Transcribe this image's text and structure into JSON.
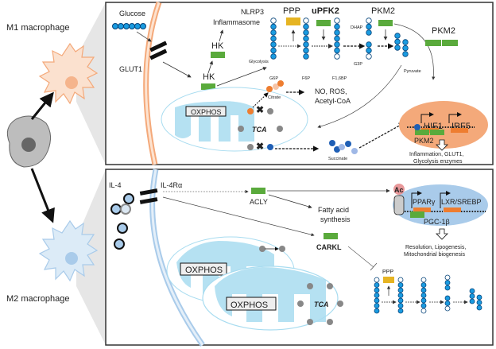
{
  "m1": {
    "cell_label": "M1 macrophage",
    "glucose": "Glucose",
    "glut1": "GLUT1",
    "nlrp3": "NLRP3",
    "inflammasome": "Inflammasome",
    "hk_upper": "HK",
    "hk_lower": "HK",
    "glycolysis": "Glycolysis",
    "ppp": "PPP",
    "upfk2": "uPFK2",
    "pkm2_top": "PKM2",
    "pkm2_dimer": "PKM2",
    "metabolites": {
      "g6p": "G6P",
      "f6p": "F6P",
      "f16bp": "F1,6BP",
      "dhap": "DHAP",
      "g3p": "G3P",
      "pyruvate": "Pyruvate"
    },
    "oxphos": "OXPHOS",
    "tca": "TCA",
    "citrate": "Citrate",
    "citrate_products_1": "NO, ROS,",
    "citrate_products_2": "Acetyl-CoA",
    "succinate": "Succinate",
    "nucleus": {
      "hif1": "HIF1",
      "irf5": "IRF5",
      "pkm2": "PKM2"
    },
    "outcome_1": "Inflammation, GLUT1,",
    "outcome_2": "Glycolysis enzymes"
  },
  "m2": {
    "cell_label": "M2 macrophage",
    "il4": "IL-4",
    "il4ra": "IL-4Rα",
    "acly": "ACLY",
    "fatty_acid_1": "Fatty acid",
    "fatty_acid_2": "synthesis",
    "carkl": "CARKL",
    "oxphos_back": "OXPHOS",
    "oxphos_front": "OXPHOS",
    "tca": "TCA",
    "ppp": "PPP",
    "nucleus": {
      "ac": "Ac",
      "ppar": "PPARγ",
      "lxr": "LXR/SREBP",
      "pgc": "PGC-1β"
    },
    "outcome_1": "Resolution, Lipogenesis,",
    "outcome_2": "Mitochondrial biogenesis"
  },
  "colors": {
    "m1_accent": "#f4a97a",
    "m2_accent": "#a9cbea",
    "mito": "#a8dcf0",
    "glucose_bead": "#1a9be0",
    "enzyme": "#5aaa3c",
    "gene": "#ee7d30",
    "tca_node": "#888888",
    "inhibit": "#e21b1b"
  }
}
